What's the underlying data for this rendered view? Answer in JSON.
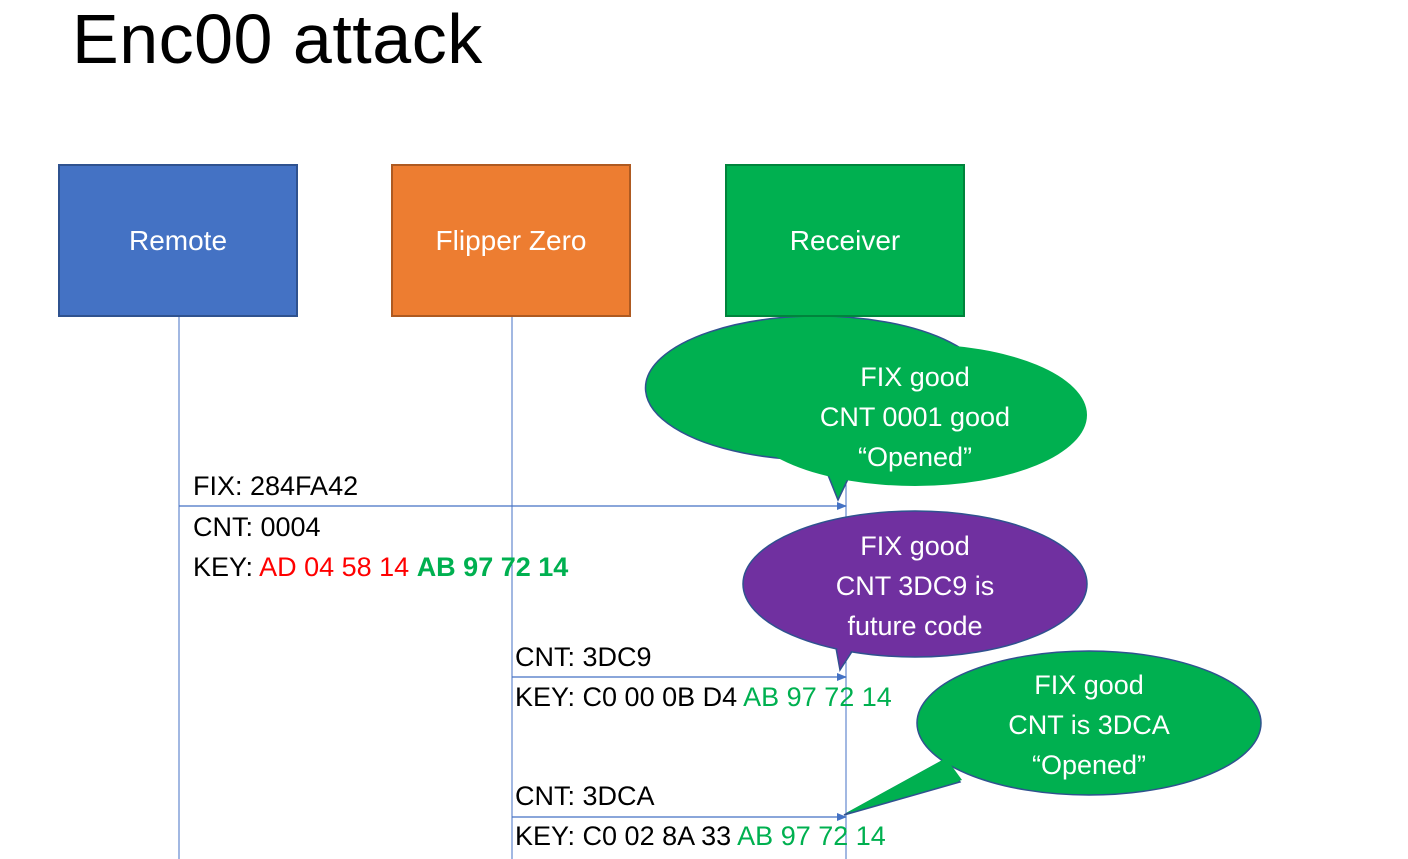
{
  "title": "Enc00 attack",
  "lanes": {
    "remote": "Remote",
    "flipper": "Flipper Zero",
    "receiver": "Receiver"
  },
  "colors": {
    "remote": "#4472c4",
    "flipper": "#ed7d31",
    "receiver": "#00b050",
    "bubble_good": "#00b050",
    "bubble_future": "#7030a0",
    "key_red": "#ff0000",
    "key_green": "#00b050",
    "arrow": "#4472c4"
  },
  "message1": {
    "fix": "FIX: 284FA42",
    "cnt": "CNT: 0004",
    "key_label": "KEY: ",
    "key_red": "AD 04 58 14",
    "key_green": "AB 97 72 14"
  },
  "message2": {
    "cnt": "CNT: 3DC9",
    "key_label": "KEY: C0 00 0B D4 ",
    "key_green": "AB 97 72 14"
  },
  "message3": {
    "cnt": "CNT: 3DCA",
    "key_label": "KEY: C0 02 8A 33 ",
    "key_green": "AB 97 72 14"
  },
  "bubble1": {
    "line1": "FIX good",
    "line2": "CNT 0001 good",
    "line3": "“Opened”"
  },
  "bubble2": {
    "line1": "FIX good",
    "line2": "CNT 3DC9 is",
    "line3": "future code"
  },
  "bubble3": {
    "line1": "FIX good",
    "line2": "CNT is 3DCA",
    "line3": "“Opened”"
  }
}
